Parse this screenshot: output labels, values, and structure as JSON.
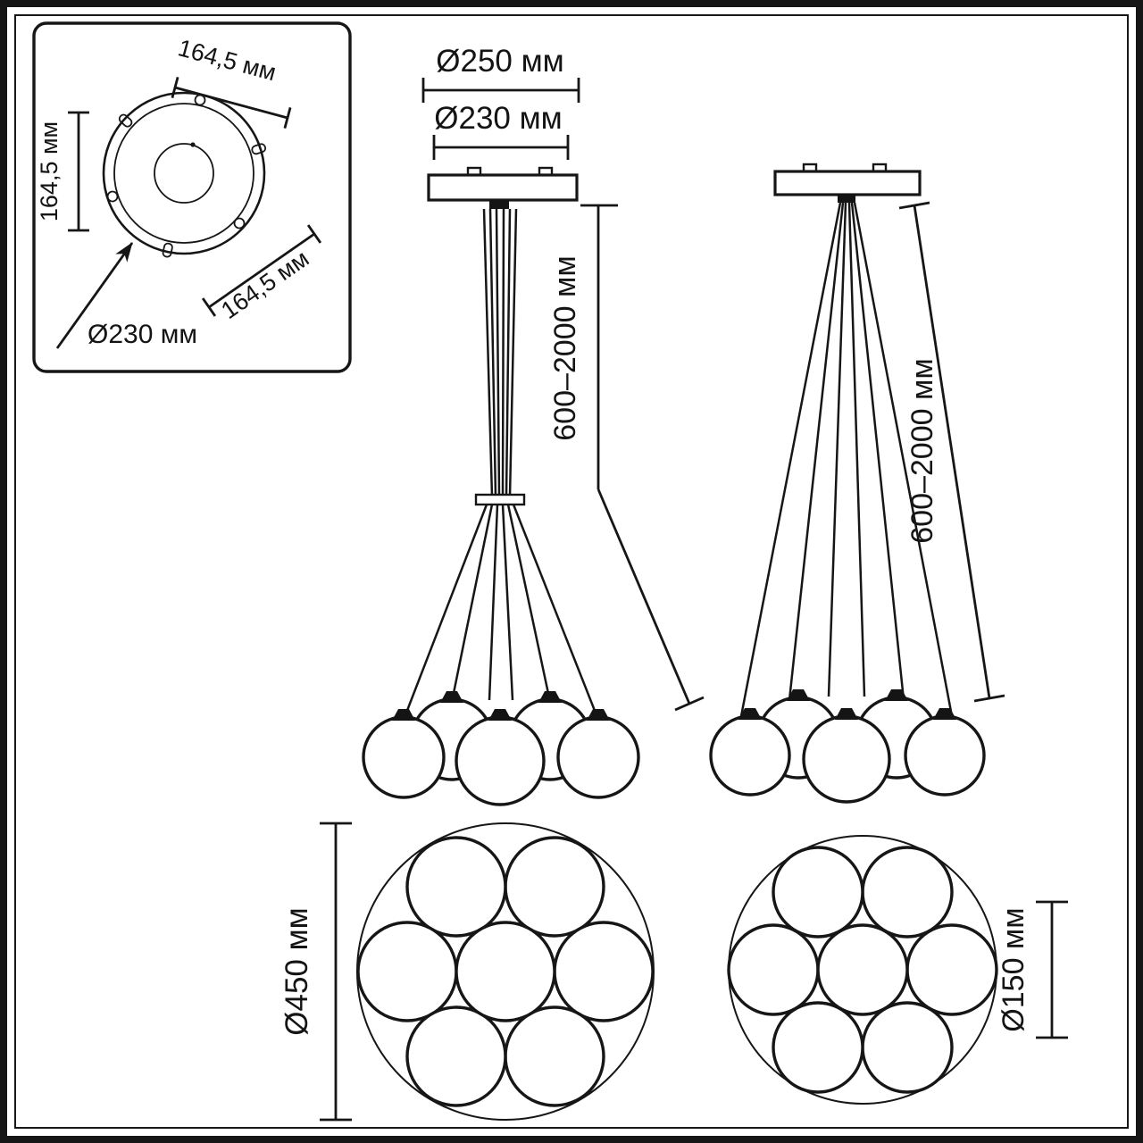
{
  "drawing": {
    "inset": {
      "dim_top": "164,5 мм",
      "dim_left": "164,5 мм",
      "dim_bottom": "164,5 мм",
      "dim_plate": "Ø230 мм"
    },
    "front_view": {
      "dim_canopy_outer": "Ø250 мм",
      "dim_canopy_inner": "Ø230 мм",
      "dim_suspension": "600–2000 мм"
    },
    "side_view": {
      "dim_suspension": "600–2000 мм"
    },
    "bottom_view_large": {
      "dim_diameter": "Ø450 мм"
    },
    "bottom_view_small": {
      "dim_diameter": "Ø150 мм"
    }
  }
}
